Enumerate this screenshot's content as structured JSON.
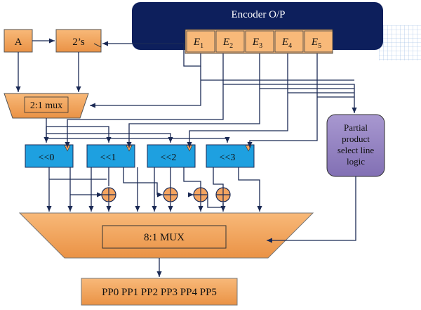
{
  "encoder": {
    "title": "Encoder O/P",
    "outputs": [
      {
        "letter": "E",
        "sub": "1"
      },
      {
        "letter": "E",
        "sub": "2"
      },
      {
        "letter": "E",
        "sub": "3"
      },
      {
        "letter": "E",
        "sub": "4"
      },
      {
        "letter": "E",
        "sub": "5"
      }
    ]
  },
  "inputs": {
    "a_label": "A",
    "twos_label": "2’s"
  },
  "mux2": {
    "label": "2:1 mux"
  },
  "shifters": [
    "<<0",
    "<<1",
    "<<2",
    "<<3"
  ],
  "select_logic": {
    "lines": [
      "Partial",
      "product",
      "select line",
      "logic"
    ]
  },
  "mux8": {
    "label": "8:1 MUX"
  },
  "output": {
    "label": "PP0 PP1 PP2 PP3 PP4 PP5"
  },
  "colors": {
    "orange": "#f4a460",
    "orange_dark": "#e88e3c",
    "blue": "#1ea0e0",
    "navy": "#0d1f5c",
    "purple": "#9483c0",
    "line": "#1b2a55"
  },
  "icons": {
    "adder": "circle-plus-icon",
    "clock": "triangle-clock-icon",
    "arrow": "arrowhead-icon"
  }
}
